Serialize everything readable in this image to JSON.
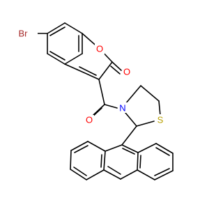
{
  "colors": {
    "background": "#ffffff",
    "bond": "#000000",
    "Br": "#a62929",
    "O": "#ff0000",
    "N": "#0000ff",
    "S": "#b8a000"
  },
  "atoms": {
    "br": "Br",
    "o_ring": "O",
    "o_lactone": "O",
    "o_amide": "O",
    "n": "N",
    "s": "S"
  }
}
